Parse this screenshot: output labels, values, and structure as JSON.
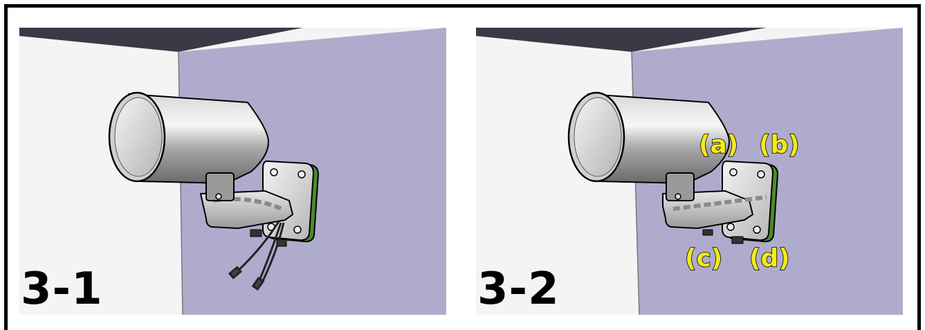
{
  "steps": [
    {
      "number": "3-1"
    },
    {
      "number": "3-2",
      "callouts": [
        "(a)",
        "(b)",
        "(c)",
        "(d)"
      ]
    }
  ],
  "colors": {
    "wall_face": "#afabcc",
    "wall_side": "#f4f4f4",
    "ceiling": "#3a3a46",
    "callout_fill": "#f2ea1c",
    "gasket": "#4a8a2a"
  },
  "icons": [
    "speaker-housing-icon",
    "wall-bracket-icon",
    "screw-icon",
    "cable-icon"
  ]
}
